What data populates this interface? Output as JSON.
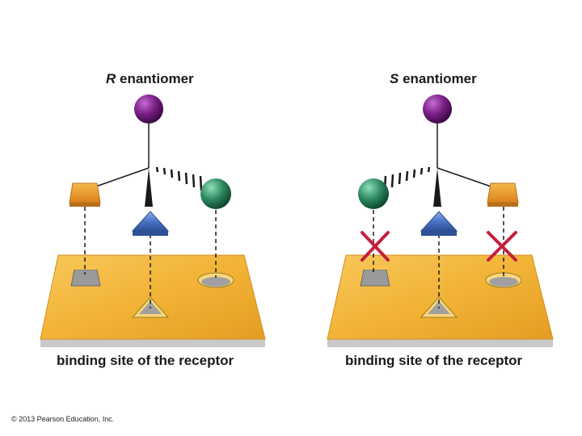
{
  "panels": [
    {
      "title_letter": "R",
      "title_rest": " enantiomer",
      "caption": "binding site of the receptor"
    },
    {
      "title_letter": "S",
      "title_rest": " enantiomer",
      "caption": "binding site of the receptor"
    }
  ],
  "copyright": "© 2013 Pearson Education, Inc.",
  "colors": {
    "receptor_plate": "#f2b336",
    "sphere_purple": "#7a1f86",
    "sphere_green": "#2f8a62",
    "block_orange": "#e89a22",
    "triangle_blue": "#4a74c4",
    "mismatch_x": "#c4203f"
  }
}
